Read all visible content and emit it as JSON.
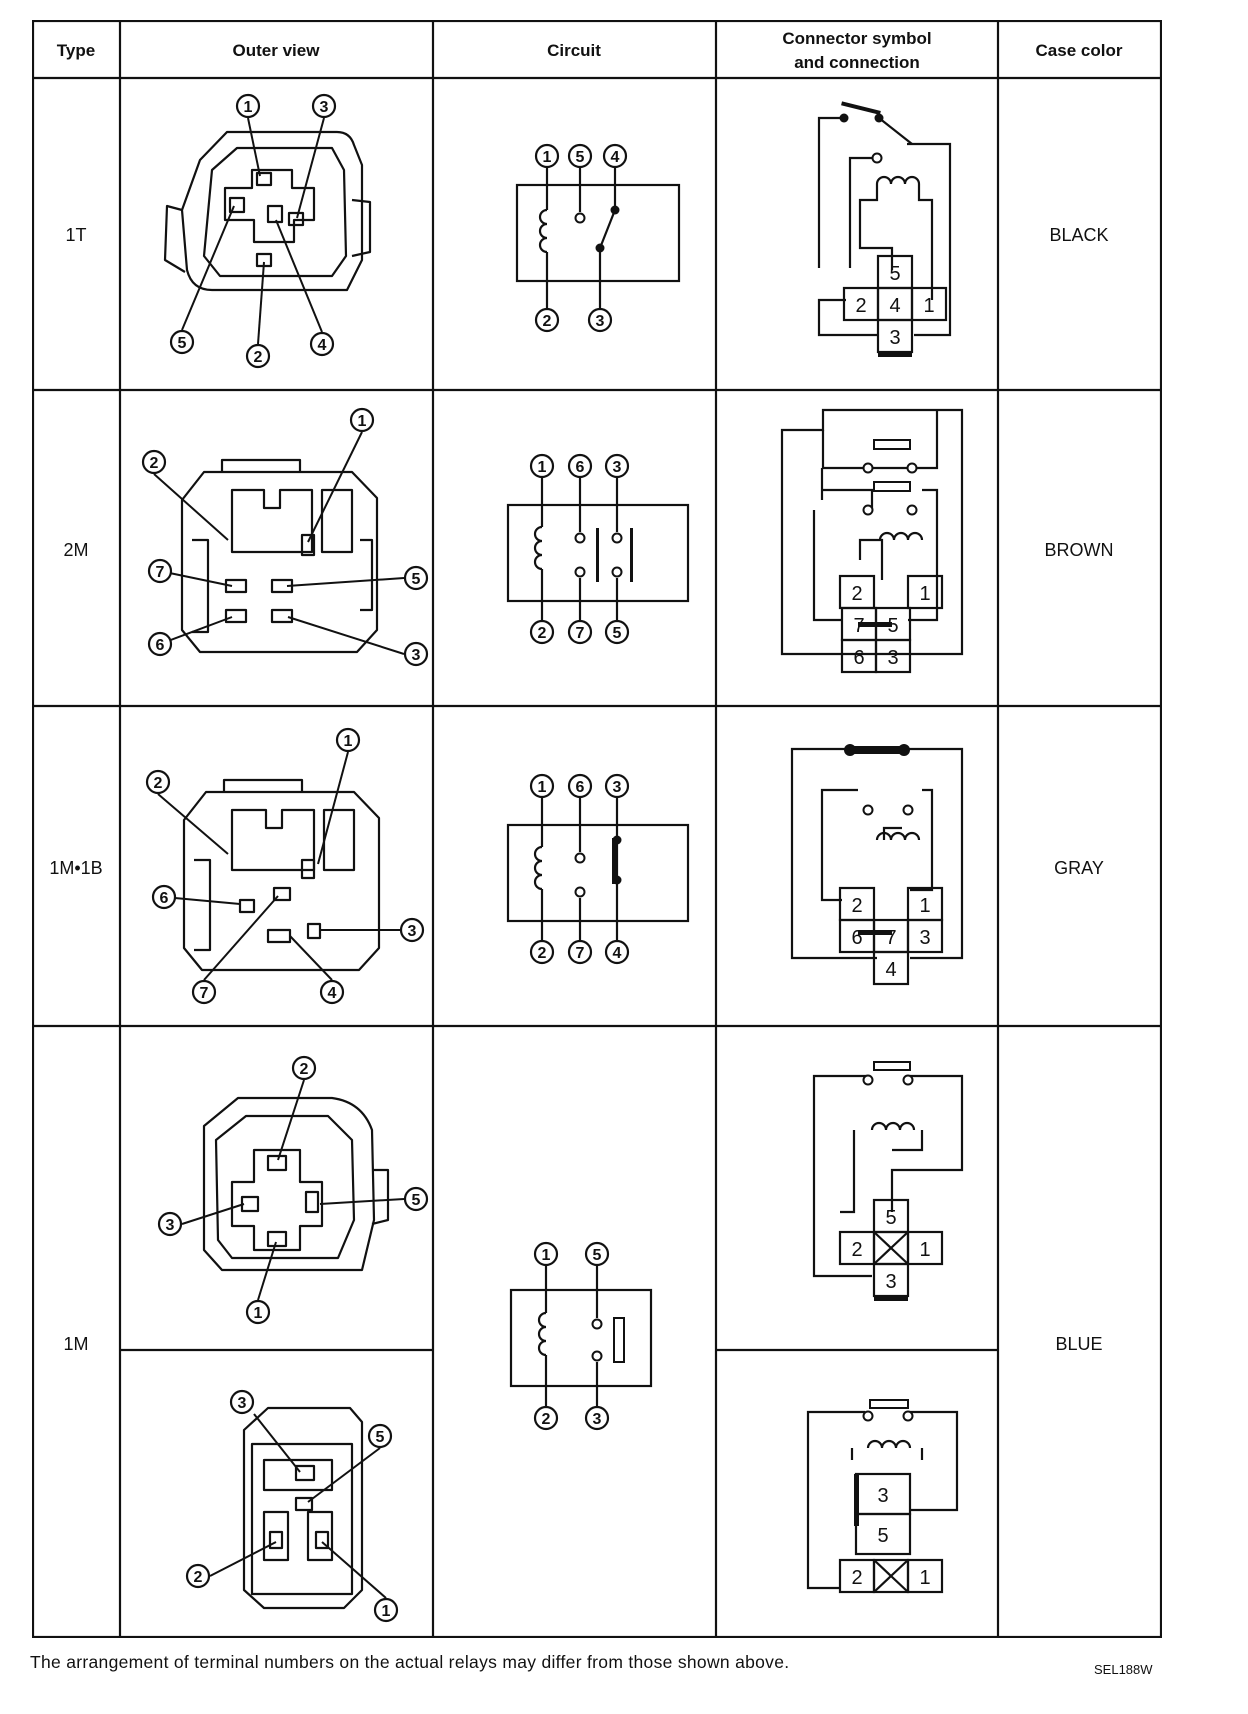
{
  "header": {
    "type": "Type",
    "outer_view": "Outer view",
    "circuit": "Circuit",
    "connector_line1": "Connector symbol",
    "connector_line2": "and connection",
    "case_color": "Case color"
  },
  "rows": [
    {
      "type": "1T",
      "case_color": "BLACK"
    },
    {
      "type": "2M",
      "case_color": "BROWN"
    },
    {
      "type": "1M•1B",
      "case_color": "GRAY"
    },
    {
      "type": "1M",
      "case_color": "BLUE"
    }
  ],
  "circuit_terminals": {
    "t1T": [
      "1",
      "5",
      "4",
      "2",
      "3"
    ],
    "t2M": [
      "1",
      "6",
      "3",
      "2",
      "7",
      "5"
    ],
    "t1M1B": [
      "1",
      "6",
      "3",
      "2",
      "7",
      "4"
    ],
    "t1M": [
      "1",
      "5",
      "2",
      "3"
    ]
  },
  "connector_cells": {
    "c1T": [
      "5",
      "2",
      "4",
      "1",
      "3"
    ],
    "c2M": [
      "2",
      "1",
      "7",
      "5",
      "6",
      "3"
    ],
    "c1M1B": [
      "2",
      "1",
      "6",
      "7",
      "3",
      "4"
    ],
    "c1Ma": [
      "5",
      "2",
      "1",
      "3"
    ],
    "c1Mb": [
      "3",
      "5",
      "2",
      "1"
    ]
  },
  "outer_terminals": {
    "o1T": [
      "1",
      "3",
      "5",
      "2",
      "4"
    ],
    "o2M": [
      "1",
      "2",
      "7",
      "5",
      "6",
      "3"
    ],
    "o1M1B": [
      "1",
      "2",
      "6",
      "3",
      "7",
      "4"
    ],
    "o1Ma": [
      "2",
      "5",
      "3",
      "1"
    ],
    "o1Mb": [
      "3",
      "5",
      "2",
      "1"
    ]
  },
  "caption": "The arrangement of terminal numbers on the actual relays may differ from those shown above.",
  "figure_code": "SEL188W"
}
